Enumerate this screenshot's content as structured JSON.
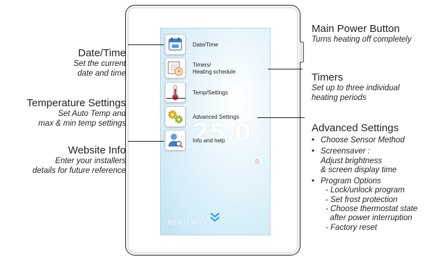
{
  "colors": {
    "screen": "#d2ecf7",
    "chevron": "#2aa3e0",
    "text": "#231f20"
  },
  "screen": {
    "ghost_time": "10:36",
    "ghost_clock": "Auto   14:50",
    "ghost_temp": "25.0",
    "ghost_menu": "MENU      MAN",
    "menu": [
      {
        "label": "Date/Time",
        "icon": "calendar-icon"
      },
      {
        "label": "Timers/\nHeating schedule",
        "icon": "timer-schedule-icon"
      },
      {
        "label": "Temp/Settings",
        "icon": "thermometer-icon"
      },
      {
        "label": "Advanced Settings",
        "icon": "gears-icon"
      },
      {
        "label": "Info and help",
        "icon": "user-info-icon"
      }
    ],
    "scroll_icon": "chevron-down-icon"
  },
  "callouts": {
    "date_time": {
      "title": "Date/Time",
      "desc": "Set the current\ndate and time"
    },
    "temperature": {
      "title": "Temperature Settings",
      "desc": "Set Auto Temp and\nmax & min temp settings"
    },
    "website": {
      "title": "Website Info",
      "desc": "Enter your installers\ndetails for future reference"
    },
    "power": {
      "title": "Main Power Button",
      "desc": "Turns heating off completely"
    },
    "timers": {
      "title": "Timers",
      "desc": "Set up to three individual\nheating periods"
    },
    "advanced": {
      "title": "Advanced Settings",
      "items": [
        {
          "text": "Choose Sensor Method"
        },
        {
          "text": "Screensaver :\nAdjust brightness\n& screen display time"
        },
        {
          "text": "Program Options",
          "subs": [
            "- Lock/unlock program",
            "- Set  frost protection",
            "- Choose thermostat state\n  after power interruption",
            "- Factory reset"
          ]
        }
      ]
    }
  }
}
